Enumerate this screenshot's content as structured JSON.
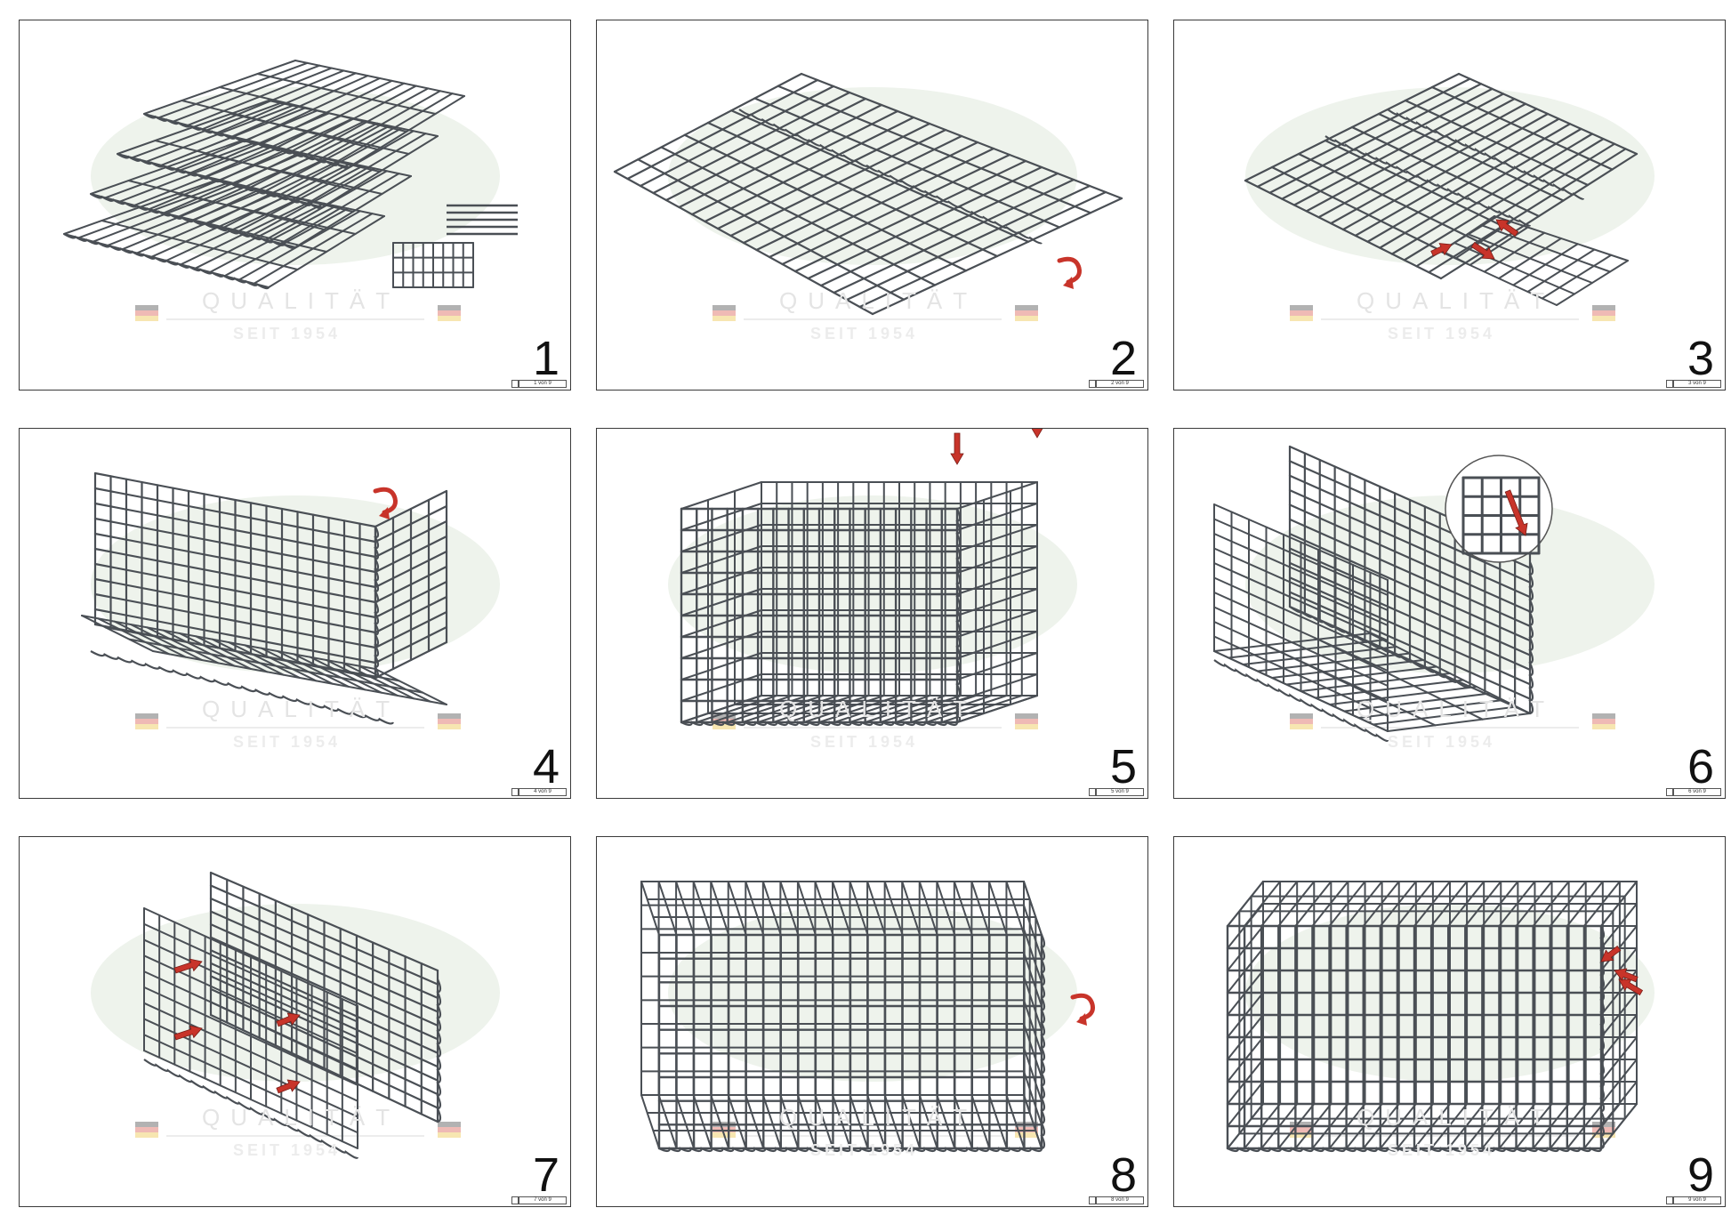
{
  "watermark": {
    "quality_text": "QUALITÄT",
    "since_text": "SEIT 1954",
    "oval_color": "#eef3ec",
    "flag_colors": [
      "#222222",
      "#d23a2a",
      "#e8b820"
    ]
  },
  "colors": {
    "wire": "#4a4f55",
    "arrow": "#c8342a",
    "frame": "#3a3a3a"
  },
  "steps": [
    {
      "number": "1",
      "page": "1 von 9"
    },
    {
      "number": "2",
      "page": "2 von 9"
    },
    {
      "number": "3",
      "page": "3 von 9"
    },
    {
      "number": "4",
      "page": "4 von 9"
    },
    {
      "number": "5",
      "page": "5 von 9"
    },
    {
      "number": "6",
      "page": "6 von 9"
    },
    {
      "number": "7",
      "page": "7 von 9"
    },
    {
      "number": "8",
      "page": "8 von 9"
    },
    {
      "number": "9",
      "page": "9 von 9"
    }
  ]
}
